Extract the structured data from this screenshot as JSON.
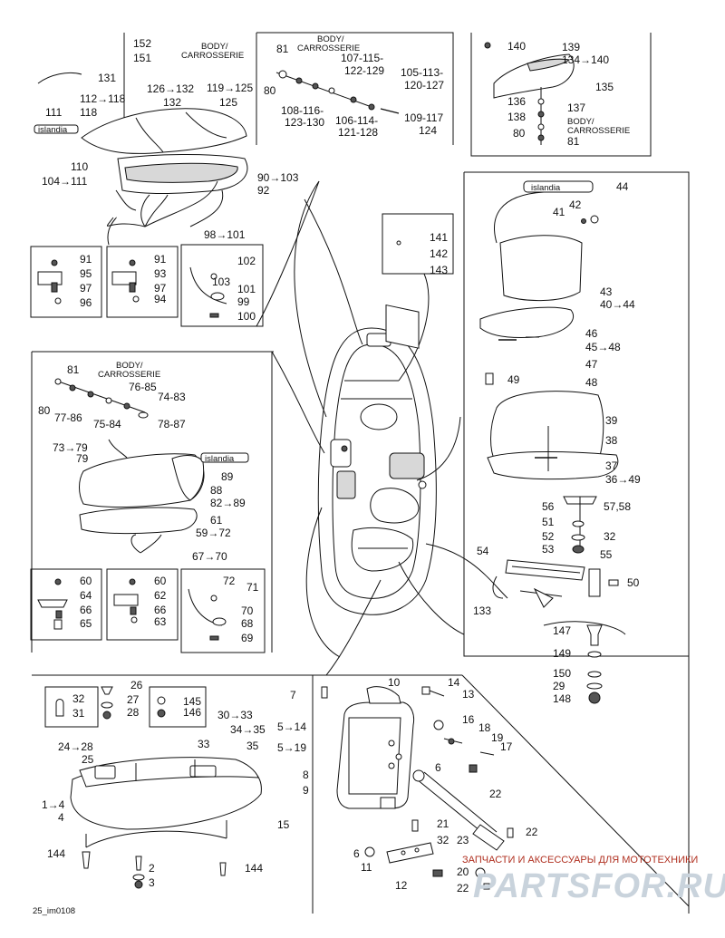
{
  "diagram": {
    "callouts_top_left": [
      "152",
      "151",
      "BODY/",
      "CARROSSERIE",
      "131",
      "126→132",
      "119→125",
      "112→118",
      "132",
      "125",
      "111",
      "118",
      "110",
      "104→111",
      "90→103",
      "92",
      "98→101"
    ],
    "callouts_top_center": [
      "81",
      "BODY/",
      "CARROSSERIE",
      "107-115-",
      "122-129",
      "105-113-",
      "120-127",
      "80",
      "108-116-",
      "123-130",
      "106-114-",
      "121-128",
      "109-117",
      "124"
    ],
    "callouts_top_right": [
      "140",
      "139",
      "134→140",
      "135",
      "136",
      "137",
      "138",
      "BODY/",
      "CARROSSERIE",
      "80",
      "81"
    ],
    "callouts_small_boxes": [
      "91",
      "95",
      "97",
      "96",
      "91",
      "93",
      "97",
      "94",
      "103",
      "102",
      "101",
      "99",
      "100",
      "141",
      "142",
      "143"
    ],
    "callouts_right": [
      "44",
      "42",
      "41",
      "43",
      "40→44",
      "46",
      "45→48",
      "47",
      "48",
      "49",
      "39",
      "38",
      "37",
      "36→49",
      "56",
      "57,58",
      "51",
      "52",
      "32",
      "53",
      "54",
      "55",
      "50",
      "133",
      "147",
      "149",
      "150",
      "29",
      "148"
    ],
    "callouts_mid_left": [
      "81",
      "BODY/",
      "CARROSSERIE",
      "76-85",
      "74-83",
      "80",
      "77-86",
      "75-84",
      "78-87",
      "73→79",
      "79",
      "89",
      "88",
      "82→89",
      "61",
      "59→72",
      "67→70",
      "60",
      "64",
      "66",
      "65",
      "60",
      "62",
      "66",
      "63",
      "72",
      "71",
      "70",
      "68",
      "69"
    ],
    "callouts_bottom_left": [
      "26",
      "32",
      "27",
      "145",
      "31",
      "28",
      "146",
      "30→33",
      "24→28",
      "33",
      "34→35",
      "35",
      "25",
      "1→4",
      "4",
      "144",
      "2",
      "144",
      "3"
    ],
    "callouts_bottom_center": [
      "10",
      "14",
      "7",
      "13",
      "5→14",
      "16",
      "18",
      "19",
      "5→19",
      "17",
      "8",
      "6",
      "9",
      "22",
      "15",
      "21",
      "22",
      "23",
      "32",
      "6",
      "11",
      "20",
      "12",
      "22"
    ],
    "logo_marks": [
      "islandia",
      "islandia",
      "islandia"
    ],
    "footer_code": "25_im0108",
    "watermark_caption": "ЗАПЧАСТИ И АКСЕССУАРЫ ДЛЯ МОТОТЕХНИКИ",
    "watermark_logo": "PARTSFOR.RU"
  }
}
